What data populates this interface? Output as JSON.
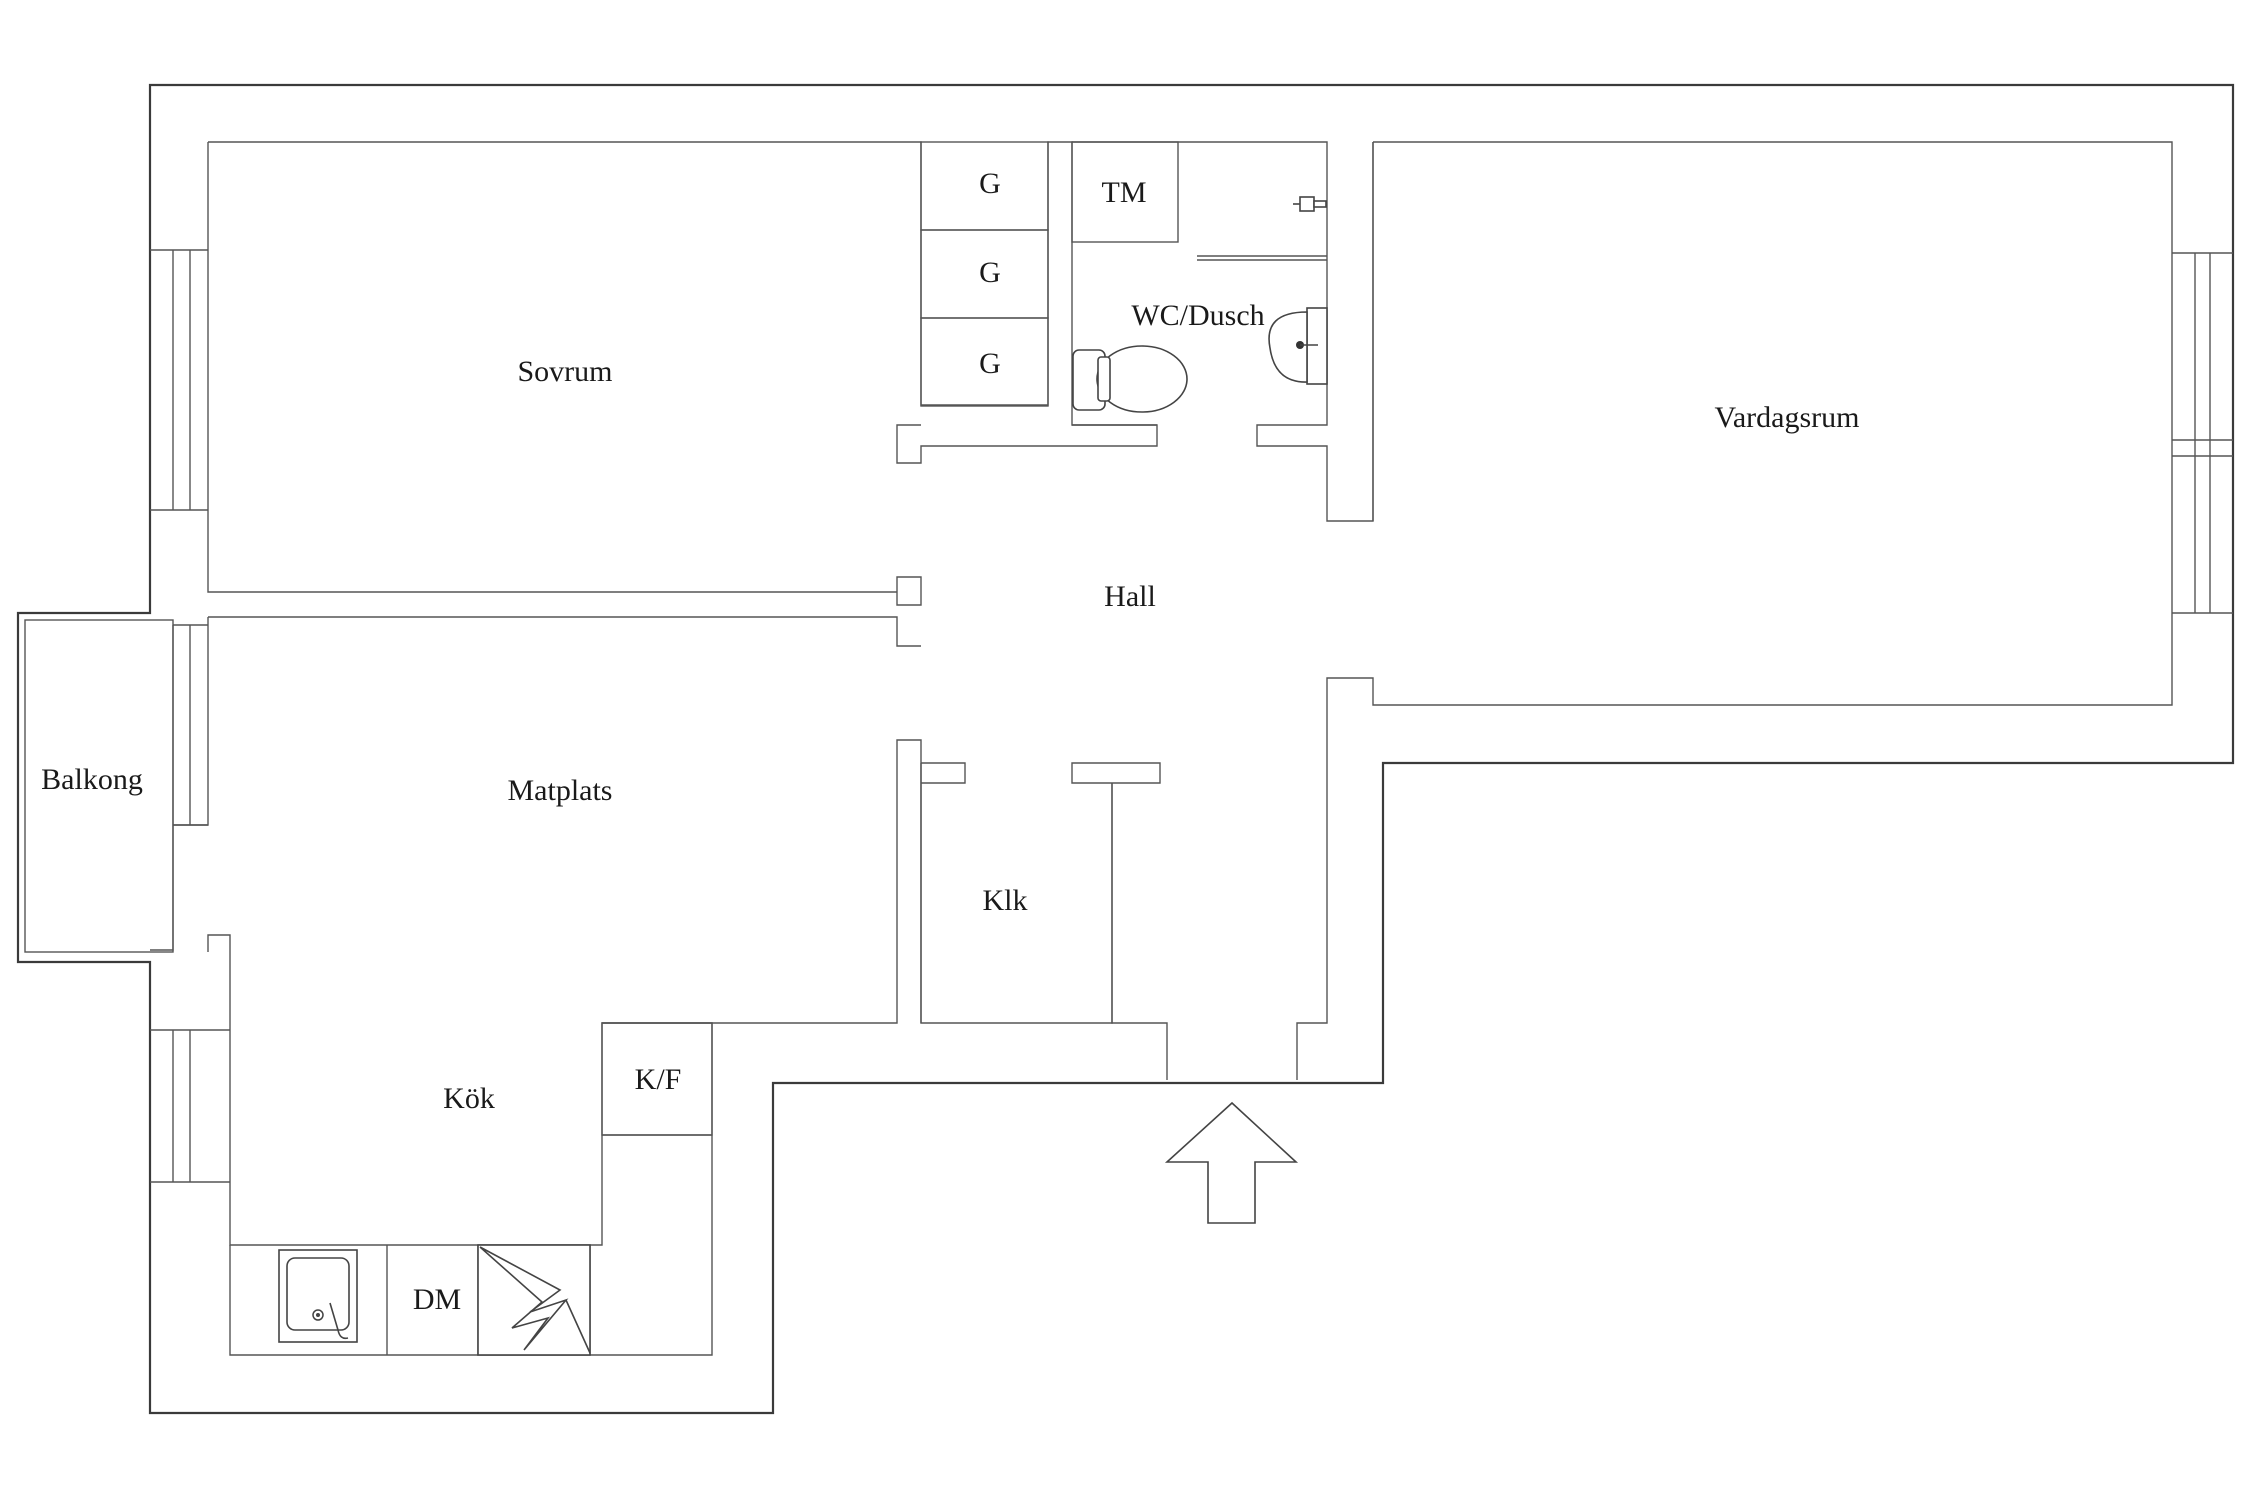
{
  "rooms": {
    "sovrum": "Sovrum",
    "vardagsrum": "Vardagsrum",
    "hall": "Hall",
    "matplats": "Matplats",
    "balkong": "Balkong",
    "klk": "Klk",
    "kok": "Kök",
    "wc": "WC/Dusch",
    "tm": "TM",
    "kf": "K/F",
    "dm": "DM",
    "g1": "G",
    "g2": "G",
    "g3": "G"
  },
  "icons": {
    "entrance": "entrance-arrow-icon",
    "toilet": "toilet-icon",
    "sink": "washbasin-icon",
    "kitchen_sink": "kitchen-sink-icon",
    "stove": "stove-icon",
    "shower": "shower-icon"
  }
}
